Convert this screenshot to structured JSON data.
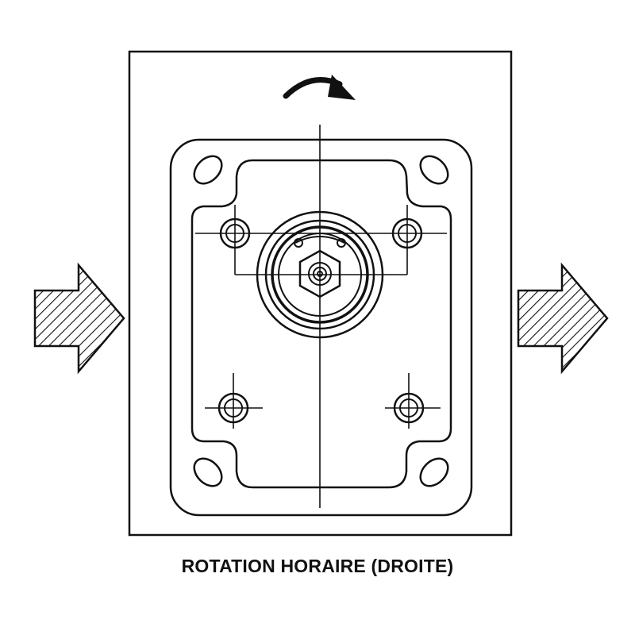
{
  "caption": "ROTATION HORAIRE (DROITE)",
  "rotation_direction": "clockwise",
  "flow_direction": "left-to-right",
  "colors": {
    "stroke": "#111111",
    "background": "#ffffff"
  }
}
